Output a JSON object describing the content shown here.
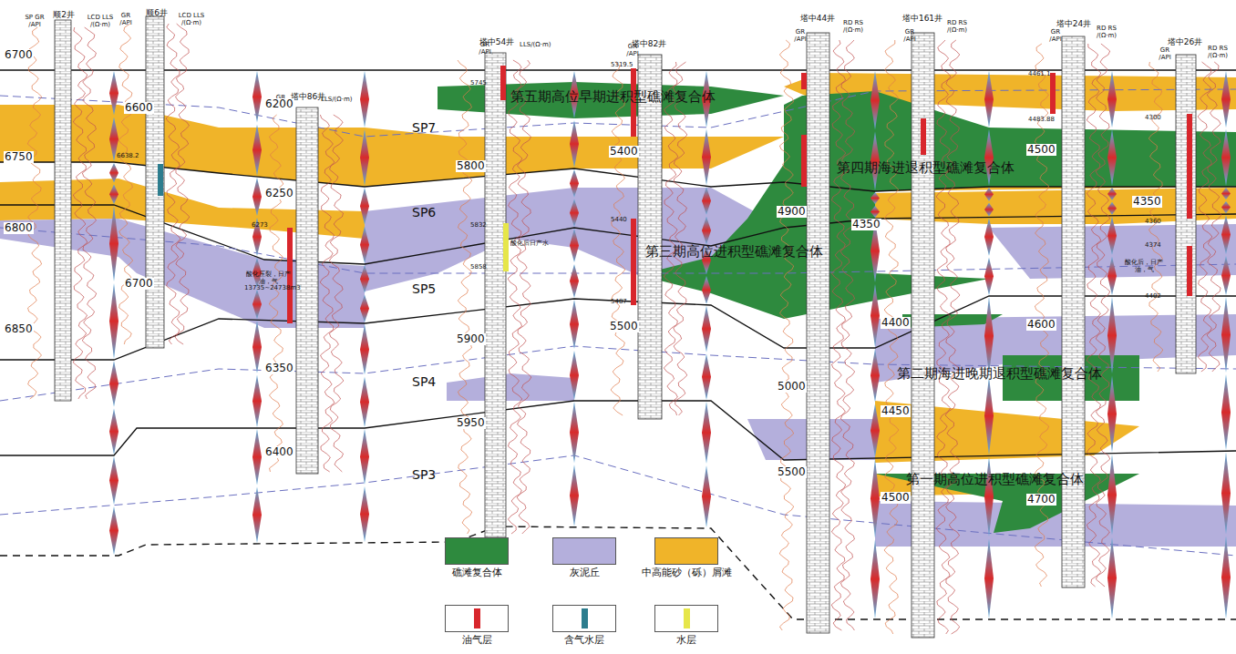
{
  "diagram": {
    "labels": [
      "顺2井",
      "顺6井",
      "塔中86井",
      "塔中54井",
      "塔中82井",
      "塔中44井",
      "塔中161井",
      "塔中24井",
      "塔中26井",
      "SP GR /API",
      "LCD LLS /(Ω·m)",
      "GR /API",
      "LCD LLS /(Ω·m)",
      "GR /API",
      "LLS/(Ω·m)",
      "GR /API",
      "LLS/(Ω·m)",
      "GR /API",
      "GR /API",
      "RD RS /(Ω·m)",
      "GR /API",
      "RD RS /(Ω·m)",
      "GR /API",
      "RD RS /(Ω·m)",
      "GR /API",
      "RD RS /(Ω·m)",
      "6700",
      "6750",
      "6800",
      "6850",
      "6600",
      "6700",
      "6200",
      "6250",
      "6350",
      "6400",
      "5800",
      "5900",
      "5950",
      "5400",
      "5500",
      "4900",
      "5000",
      "5500",
      "4350",
      "4400",
      "4450",
      "4500",
      "4500",
      "4600",
      "4700",
      "4350",
      "SP7",
      "SP6",
      "SP5",
      "SP4",
      "SP3",
      "第五期高位早期进积型礁滩复合体",
      "第四期海进退积型礁滩复合体",
      "第三期高位进积型礁滩复合体",
      "第二期海进晚期退积型礁滩复合体",
      "第一期高位进积型礁滩复合体",
      "6638.2",
      "6273",
      "5745",
      "5832",
      "5858",
      "5319.5",
      "5440",
      "5487",
      "4461.1",
      "4483.88",
      "4300",
      "4360",
      "4374",
      "4402",
      "酸化后日产水",
      "酸化压裂，日产油，气13735~24738m3",
      "酸化后，日产油，气"
    ],
    "legend": [
      {
        "text": "礁滩复合体",
        "color": "#2e8a3e"
      },
      {
        "text": "灰泥丘",
        "color": "#b4afdc"
      },
      {
        "text": "中高能砂（砾）屑滩",
        "color": "#f0b429"
      },
      {
        "text": "油气层",
        "color": "#d8262c"
      },
      {
        "text": "含气水层",
        "color": "#2d7d8e"
      },
      {
        "text": "水层",
        "color": "#e6e64a"
      }
    ]
  }
}
